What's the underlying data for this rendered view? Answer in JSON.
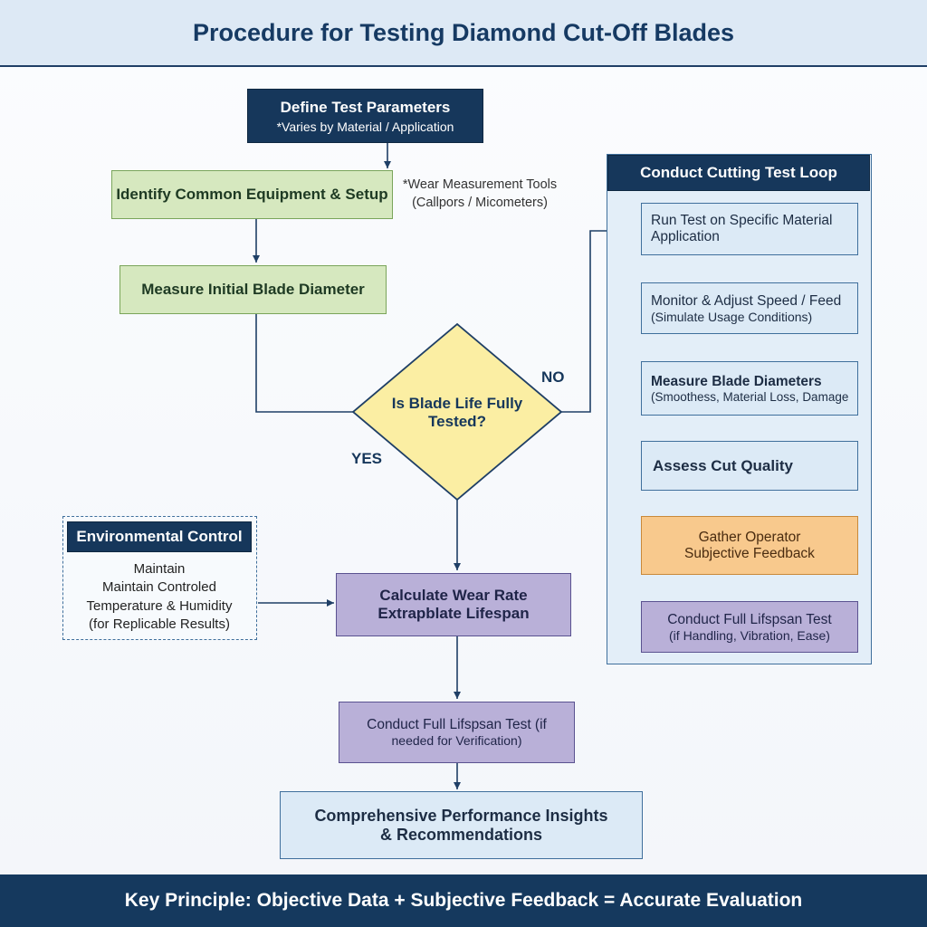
{
  "title": "Procedure for Testing Diamond Cut-Off Blades",
  "footer": "Key Principle: Objective Data + Subjective Feedback = Accurate Evaluation",
  "nodes": {
    "define": {
      "title": "Define Test Parameters",
      "sub": "*Varies by Material / Application"
    },
    "identify": {
      "label": "Identify Common Equipment & Setup"
    },
    "tools_note": {
      "line1": "*Wear Measurement Tools",
      "line2": "(Callpors / Micometers)"
    },
    "measure_initial": {
      "label": "Measure Initial Blade Diameter"
    },
    "decision": {
      "line1": "Is Blade Life Fully",
      "line2": "Tested?",
      "no": "NO",
      "yes": "YES"
    },
    "env": {
      "title": "Environmental Control",
      "line1": "Maintain",
      "line2": "Maintain Controled",
      "line3": "Temperature & Humidity",
      "line4": "(for Replicable Results)"
    },
    "calculate": {
      "line1": "Calculate Wear Rate",
      "line2": "Extrapblate Lifespan"
    },
    "full_test": {
      "line1": "Conduct Full Lifspsan Test (if",
      "line2": "needed for Verification)"
    },
    "insights": {
      "line1": "Comprehensive Performance Insights",
      "line2": "& Recommendations"
    }
  },
  "loop": {
    "title": "Conduct Cutting Test Loop",
    "run": {
      "line1": "Run Test on Specific Material",
      "line2": "Application"
    },
    "monitor": {
      "line1": "Monitor & Adjust Speed / Feed",
      "line2": "(Simulate Usage Conditions)"
    },
    "measure": {
      "line1": "Measure Blade Diameters",
      "line2": "(Smoothess, Material Loss, Damage"
    },
    "assess": {
      "label": "Assess Cut Quality"
    },
    "gather": {
      "line1": "Gather Operator",
      "line2": "Subjective Feedback"
    },
    "lifespan": {
      "line1": "Conduct Full Lifspsan Test",
      "line2": "(if Handling, Vibration, Ease)"
    }
  },
  "colors": {
    "navy": "#16375b",
    "green": "#d6e8bf",
    "light_blue": "#dceaf6",
    "purple": "#b9b0d8",
    "orange": "#f8c98d",
    "decision": "#fbeea3"
  }
}
